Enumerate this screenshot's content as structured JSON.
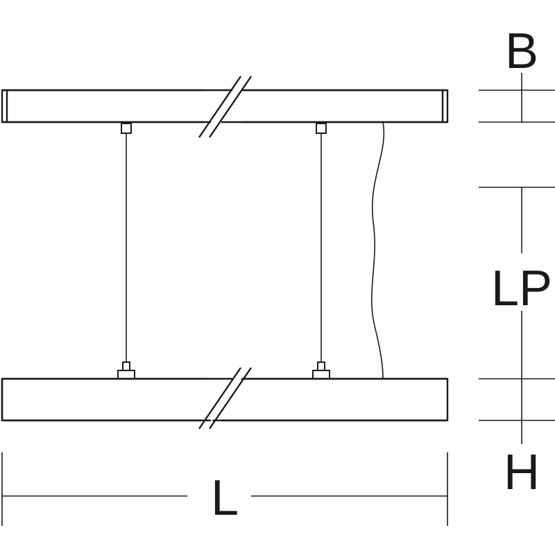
{
  "labels": {
    "width": "B",
    "suspension_length": "LP",
    "height": "H",
    "length": "L"
  },
  "colors": {
    "line": "#1a1a1a",
    "background": "#ffffff"
  }
}
